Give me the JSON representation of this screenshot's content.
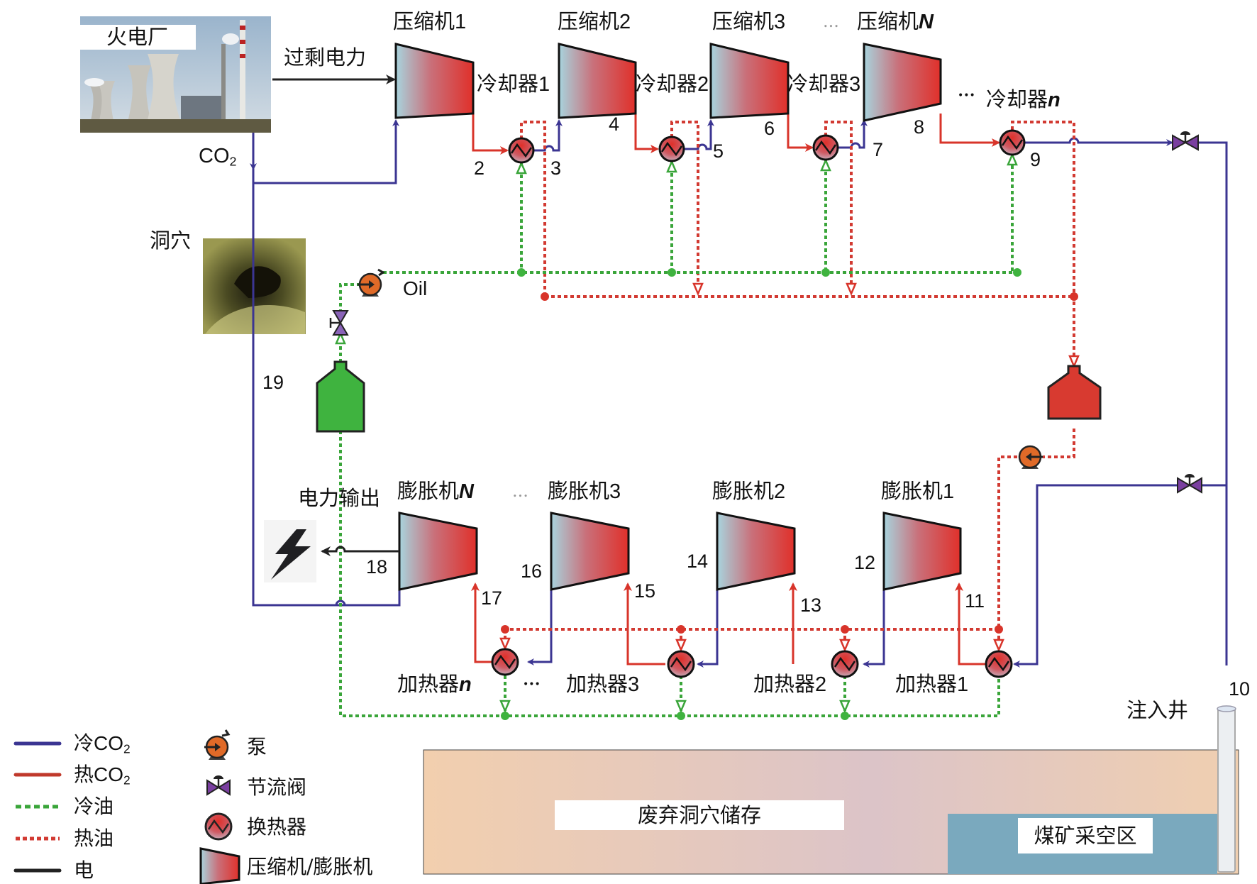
{
  "sources": {
    "power_plant": "火电厂",
    "surplus_power": "过剩电力",
    "co2": "CO",
    "co2_sub": "2",
    "cave": "洞穴",
    "oil": "Oil"
  },
  "compressors": [
    {
      "label": "压缩机",
      "index": "1",
      "italic": false
    },
    {
      "label": "压缩机",
      "index": "2",
      "italic": false
    },
    {
      "label": "压缩机",
      "index": "3",
      "italic": false
    },
    {
      "label": "压缩机",
      "index": "N",
      "italic": true
    }
  ],
  "coolers": [
    {
      "label": "冷却器",
      "index": "1",
      "italic": false
    },
    {
      "label": "冷却器",
      "index": "2",
      "italic": false
    },
    {
      "label": "冷却器",
      "index": "3",
      "italic": false
    },
    {
      "label": "冷却器",
      "index": "n",
      "italic": true
    }
  ],
  "expanders": [
    {
      "label": "膨胀机",
      "index": "N",
      "italic": true
    },
    {
      "label": "膨胀机",
      "index": "3",
      "italic": false
    },
    {
      "label": "膨胀机",
      "index": "2",
      "italic": false
    },
    {
      "label": "膨胀机",
      "index": "1",
      "italic": false
    }
  ],
  "heaters": [
    {
      "label": "加热器",
      "index": "n",
      "italic": true
    },
    {
      "label": "加热器",
      "index": "3",
      "italic": false
    },
    {
      "label": "加热器",
      "index": "2",
      "italic": false
    },
    {
      "label": "加热器",
      "index": "1",
      "italic": false
    }
  ],
  "ellipsis": "...",
  "ellipsis_bold": "•••",
  "power_output": "电力输出",
  "injection_well": "注入井",
  "storage": {
    "abandoned_cave": "废弃洞穴储存",
    "goaf": "煤矿采空区"
  },
  "state_points": [
    "2",
    "3",
    "4",
    "5",
    "6",
    "7",
    "8",
    "9",
    "10",
    "11",
    "12",
    "13",
    "14",
    "15",
    "16",
    "17",
    "18",
    "19"
  ],
  "legend": {
    "lines": [
      {
        "label": "冷",
        "suffix": "CO",
        "sub": "2",
        "color": "#3b3592",
        "style": "solid"
      },
      {
        "label": "热",
        "suffix": "CO",
        "sub": "2",
        "color": "#c0392b",
        "style": "solid"
      },
      {
        "label": "冷油",
        "suffix": "",
        "sub": "",
        "color": "#3aa53a",
        "style": "dashed"
      },
      {
        "label": "热油",
        "suffix": "",
        "sub": "",
        "color": "#d23a32",
        "style": "dashed"
      },
      {
        "label": "电",
        "suffix": "",
        "sub": "",
        "color": "#222222",
        "style": "solid"
      }
    ],
    "symbols": [
      {
        "icon": "pump-icon",
        "label": "泵"
      },
      {
        "icon": "throttle-valve-icon",
        "label": "节流阀"
      },
      {
        "icon": "heat-exchanger-icon",
        "label": "换热器"
      },
      {
        "icon": "compressor-expander-icon",
        "label": "压缩机/膨胀机"
      }
    ]
  },
  "colors": {
    "cold_co2": "#3b3592",
    "hot_co2": "#d8342a",
    "cold_oil": "#3aa53a",
    "hot_oil": "#d23a32",
    "electric": "#222222",
    "pump": "#e06a28",
    "valve": "#7a3fa0",
    "machine_cold": "#a9d2dc",
    "machine_hot": "#e0302a",
    "hot_tank": "#d83a30",
    "cold_tank": "#3fb33f",
    "storage_left": "#f2cfae",
    "storage_mid": "#dcc4c6",
    "goaf": "#7aa9be"
  }
}
